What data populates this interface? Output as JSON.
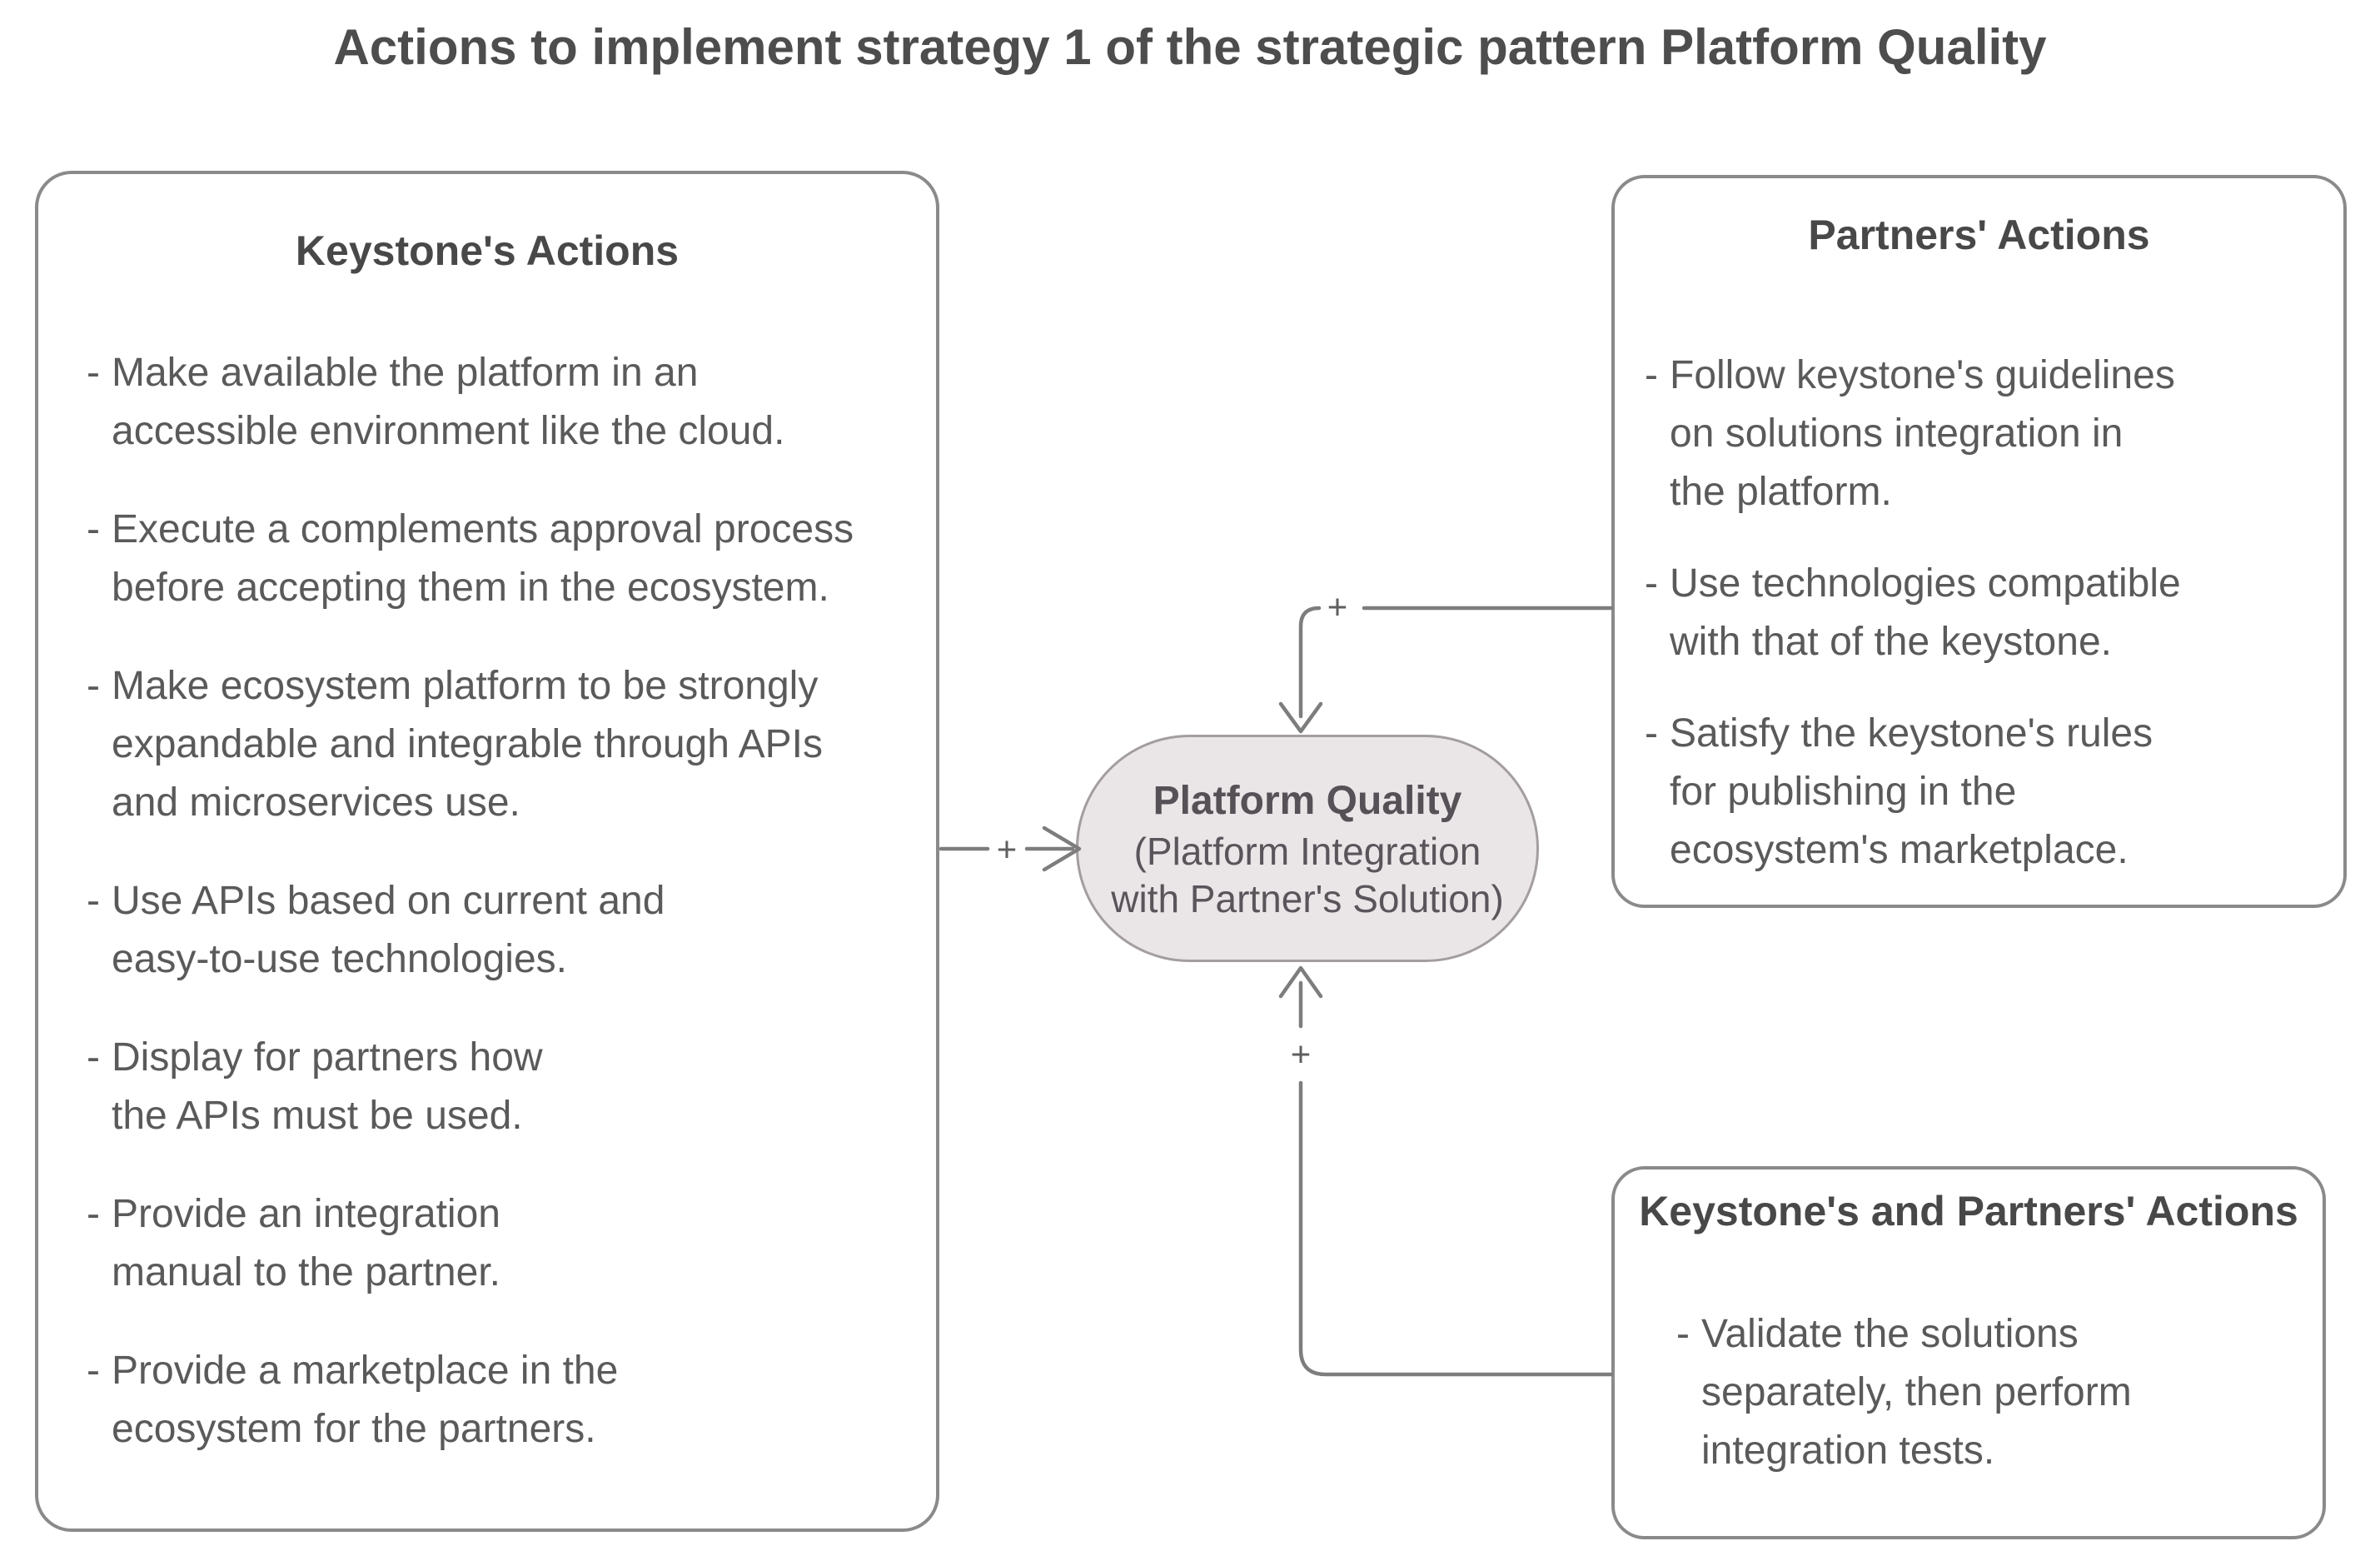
{
  "title": "Actions to implement strategy 1 of the strategic pattern Platform Quality",
  "bullet_marker": "-",
  "boxes": {
    "keystone": {
      "title": "Keystone's Actions",
      "items": [
        "Make available the platform in an\naccessible environment like the cloud.",
        "Execute a complements approval process\nbefore accepting them in the ecosystem.",
        "Make ecosystem platform to be strongly\nexpandable and integrable through APIs\nand microservices use.",
        "Use APIs based on current and\neasy-to-use technologies.",
        "Display for partners how\nthe APIs must be used.",
        "Provide an integration\nmanual to the partner.",
        "Provide a marketplace in the\necosystem for the partners."
      ]
    },
    "partners": {
      "title": "Partners' Actions",
      "items": [
        "Follow keystone's guidelines\non solutions integration in\nthe platform.",
        "Use technologies compatible\nwith that of the keystone.",
        "Satisfy the keystone's rules\nfor publishing in the\necosystem's marketplace."
      ]
    },
    "joint": {
      "title": "Keystone's and Partners' Actions",
      "items": [
        "Validate the solutions\nseparately, then perform\nintegration tests."
      ]
    }
  },
  "node": {
    "title": "Platform Quality",
    "subtitle": "(Platform Integration\nwith Partner's Solution)"
  },
  "connectors": {
    "left_plus": "+",
    "top_plus": "+",
    "bottom_plus": "+"
  },
  "colors": {
    "title_text": "#4d4d4d",
    "body_text": "#5a5a5a",
    "box_border": "#8a8a8a",
    "node_fill": "#eae6e8",
    "node_border": "#a39da1",
    "connector": "#7d7d7d"
  }
}
